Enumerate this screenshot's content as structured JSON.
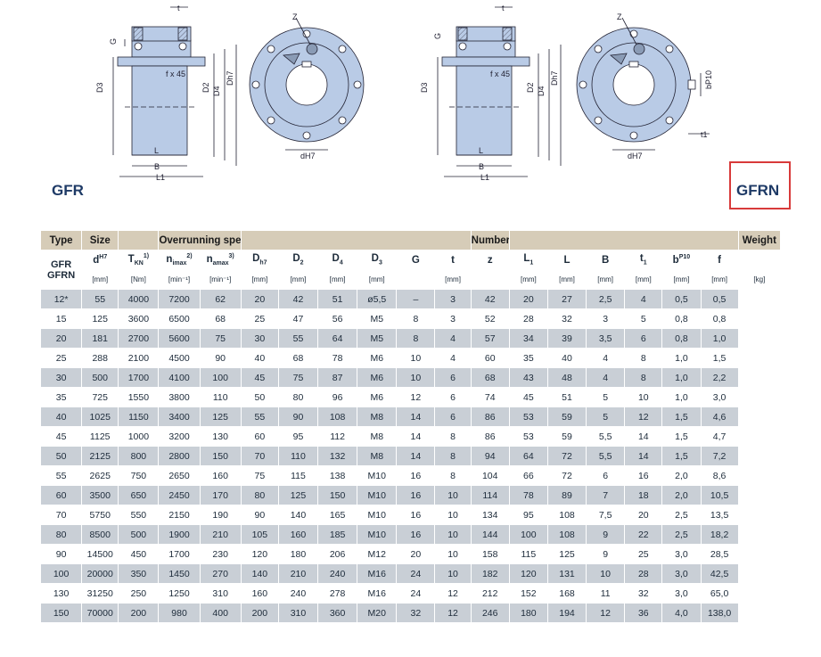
{
  "labels": {
    "gfr": "GFR",
    "gfrn": "GFRN"
  },
  "drawing_labels": {
    "t": "t",
    "G": "G",
    "fx45": "f x 45",
    "D3": "D3",
    "D2": "D2",
    "D4": "D4",
    "Dh7": "Dh7",
    "L": "L",
    "B": "B",
    "L1": "L1",
    "Z": "Z",
    "dH7": "dH7",
    "bP10": "bP10",
    "t1": "t1"
  },
  "table": {
    "group_headers": {
      "type": "Type",
      "size": "Size",
      "overrunning": "Overrunning speeds",
      "number": "Number",
      "weight": "Weight"
    },
    "columns": [
      {
        "sym": "d",
        "sup": "H7",
        "unit": "[mm]"
      },
      {
        "sym": "T",
        "sub": "KN",
        "sup": "1)",
        "unit": "[Nm]"
      },
      {
        "sym": "n",
        "sub": "imax",
        "sup": "2)",
        "unit": "[min⁻¹]"
      },
      {
        "sym": "n",
        "sub": "amax",
        "sup": "3)",
        "unit": "[min⁻¹]"
      },
      {
        "sym": "D",
        "sub": "h7",
        "unit": "[mm]"
      },
      {
        "sym": "D",
        "sub": "2",
        "unit": "[mm]"
      },
      {
        "sym": "D",
        "sub": "4",
        "unit": "[mm]"
      },
      {
        "sym": "D",
        "sub": "3",
        "unit": "[mm]"
      },
      {
        "sym": "G",
        "unit": ""
      },
      {
        "sym": "t",
        "unit": "[mm]"
      },
      {
        "sym": "z",
        "unit": ""
      },
      {
        "sym": "L",
        "sub": "1",
        "unit": "[mm]"
      },
      {
        "sym": "L",
        "unit": "[mm]"
      },
      {
        "sym": "B",
        "unit": "[mm]"
      },
      {
        "sym": "t",
        "sub": "1",
        "unit": "[mm]"
      },
      {
        "sym": "b",
        "sup": "P10",
        "unit": "[mm]"
      },
      {
        "sym": "f",
        "unit": "[mm]"
      },
      {
        "sym": "",
        "unit": "[kg]"
      }
    ],
    "type_label_1": "GFR",
    "type_label_2": "GFRN",
    "rows": [
      [
        "12*",
        "55",
        "4000",
        "7200",
        "62",
        "20",
        "42",
        "51",
        "ø5,5",
        "–",
        "3",
        "42",
        "20",
        "27",
        "2,5",
        "4",
        "0,5",
        "0,5"
      ],
      [
        "15",
        "125",
        "3600",
        "6500",
        "68",
        "25",
        "47",
        "56",
        "M5",
        "8",
        "3",
        "52",
        "28",
        "32",
        "3",
        "5",
        "0,8",
        "0,8"
      ],
      [
        "20",
        "181",
        "2700",
        "5600",
        "75",
        "30",
        "55",
        "64",
        "M5",
        "8",
        "4",
        "57",
        "34",
        "39",
        "3,5",
        "6",
        "0,8",
        "1,0"
      ],
      [
        "25",
        "288",
        "2100",
        "4500",
        "90",
        "40",
        "68",
        "78",
        "M6",
        "10",
        "4",
        "60",
        "35",
        "40",
        "4",
        "8",
        "1,0",
        "1,5"
      ],
      [
        "30",
        "500",
        "1700",
        "4100",
        "100",
        "45",
        "75",
        "87",
        "M6",
        "10",
        "6",
        "68",
        "43",
        "48",
        "4",
        "8",
        "1,0",
        "2,2"
      ],
      [
        "35",
        "725",
        "1550",
        "3800",
        "110",
        "50",
        "80",
        "96",
        "M6",
        "12",
        "6",
        "74",
        "45",
        "51",
        "5",
        "10",
        "1,0",
        "3,0"
      ],
      [
        "40",
        "1025",
        "1150",
        "3400",
        "125",
        "55",
        "90",
        "108",
        "M8",
        "14",
        "6",
        "86",
        "53",
        "59",
        "5",
        "12",
        "1,5",
        "4,6"
      ],
      [
        "45",
        "1125",
        "1000",
        "3200",
        "130",
        "60",
        "95",
        "112",
        "M8",
        "14",
        "8",
        "86",
        "53",
        "59",
        "5,5",
        "14",
        "1,5",
        "4,7"
      ],
      [
        "50",
        "2125",
        "800",
        "2800",
        "150",
        "70",
        "110",
        "132",
        "M8",
        "14",
        "8",
        "94",
        "64",
        "72",
        "5,5",
        "14",
        "1,5",
        "7,2"
      ],
      [
        "55",
        "2625",
        "750",
        "2650",
        "160",
        "75",
        "115",
        "138",
        "M10",
        "16",
        "8",
        "104",
        "66",
        "72",
        "6",
        "16",
        "2,0",
        "8,6"
      ],
      [
        "60",
        "3500",
        "650",
        "2450",
        "170",
        "80",
        "125",
        "150",
        "M10",
        "16",
        "10",
        "114",
        "78",
        "89",
        "7",
        "18",
        "2,0",
        "10,5"
      ],
      [
        "70",
        "5750",
        "550",
        "2150",
        "190",
        "90",
        "140",
        "165",
        "M10",
        "16",
        "10",
        "134",
        "95",
        "108",
        "7,5",
        "20",
        "2,5",
        "13,5"
      ],
      [
        "80",
        "8500",
        "500",
        "1900",
        "210",
        "105",
        "160",
        "185",
        "M10",
        "16",
        "10",
        "144",
        "100",
        "108",
        "9",
        "22",
        "2,5",
        "18,2"
      ],
      [
        "90",
        "14500",
        "450",
        "1700",
        "230",
        "120",
        "180",
        "206",
        "M12",
        "20",
        "10",
        "158",
        "115",
        "125",
        "9",
        "25",
        "3,0",
        "28,5"
      ],
      [
        "100",
        "20000",
        "350",
        "1450",
        "270",
        "140",
        "210",
        "240",
        "M16",
        "24",
        "10",
        "182",
        "120",
        "131",
        "10",
        "28",
        "3,0",
        "42,5"
      ],
      [
        "130",
        "31250",
        "250",
        "1250",
        "310",
        "160",
        "240",
        "278",
        "M16",
        "24",
        "12",
        "212",
        "152",
        "168",
        "11",
        "32",
        "3,0",
        "65,0"
      ],
      [
        "150",
        "70000",
        "200",
        "980",
        "400",
        "200",
        "310",
        "360",
        "M20",
        "32",
        "12",
        "246",
        "180",
        "194",
        "12",
        "36",
        "4,0",
        "138,0"
      ]
    ]
  },
  "colors": {
    "shade": "#c9cfd6",
    "header": "#d6ccb8",
    "drawing_fill": "#b9cbe6",
    "highlight": "#d83a3a",
    "label": "#1e3a66"
  }
}
